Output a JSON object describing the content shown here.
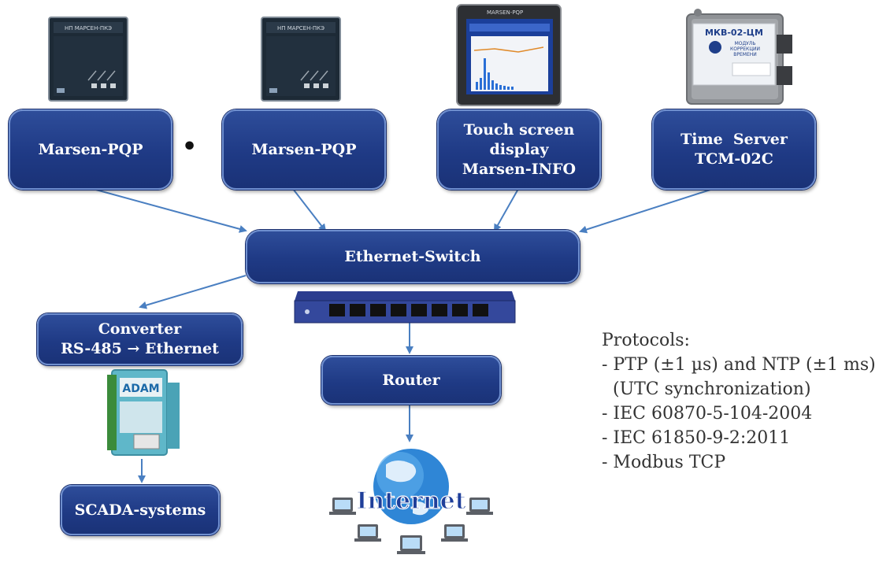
{
  "nodes": {
    "marsen_pqp_1": "Marsen-PQP",
    "marsen_pqp_2": "Marsen-PQP",
    "touch_display": [
      "Touch screen",
      "display",
      "Marsen-INFO"
    ],
    "time_server": [
      "Time  Server",
      "TCM-02C"
    ],
    "ethernet_switch": "Ethernet-Switch",
    "converter": [
      "Converter",
      "RS-485 → Ethernet"
    ],
    "router": "Router",
    "scada": "SCADA-systems"
  },
  "ellipsis": "• • •",
  "device_labels": {
    "meter_1": "НП МАРСЕН-ПКЭ",
    "meter_2": "НП МАРСЕН-ПКЭ",
    "display": "MARSEN-PQP",
    "time_module": "МКВ-02-ЦМ",
    "time_module_sub": [
      "МОДУЛЬ",
      "КОРРЕКЦИИ",
      "ВРЕМЕНИ"
    ],
    "adam": "ADAM",
    "internet": "Internet"
  },
  "protocols": {
    "title": "Protocols:",
    "items": [
      "- PTP (±1 µs) and NTP (±1 ms)",
      "  (UTC synchronization)",
      "- IEC 60870-5-104-2004",
      "- IEC 61850-9-2:2011",
      "- Modbus TCP"
    ]
  },
  "colors": {
    "node_fill": "#1f3a85",
    "node_border": "#6f8fcf",
    "arrow": "#4a7fc1"
  }
}
